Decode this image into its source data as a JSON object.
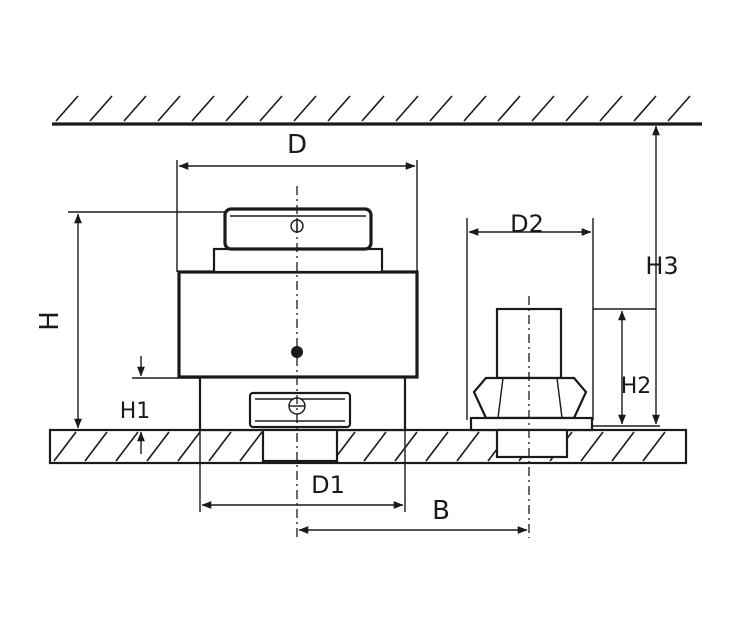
{
  "dimensions": {
    "d": "D",
    "h": "H",
    "h1": "H1",
    "d1": "D1",
    "d2": "D2",
    "h2": "H2",
    "h3": "H3",
    "b": "B"
  },
  "colors": {
    "ink": "#1a1a1a",
    "paper": "#ffffff"
  }
}
